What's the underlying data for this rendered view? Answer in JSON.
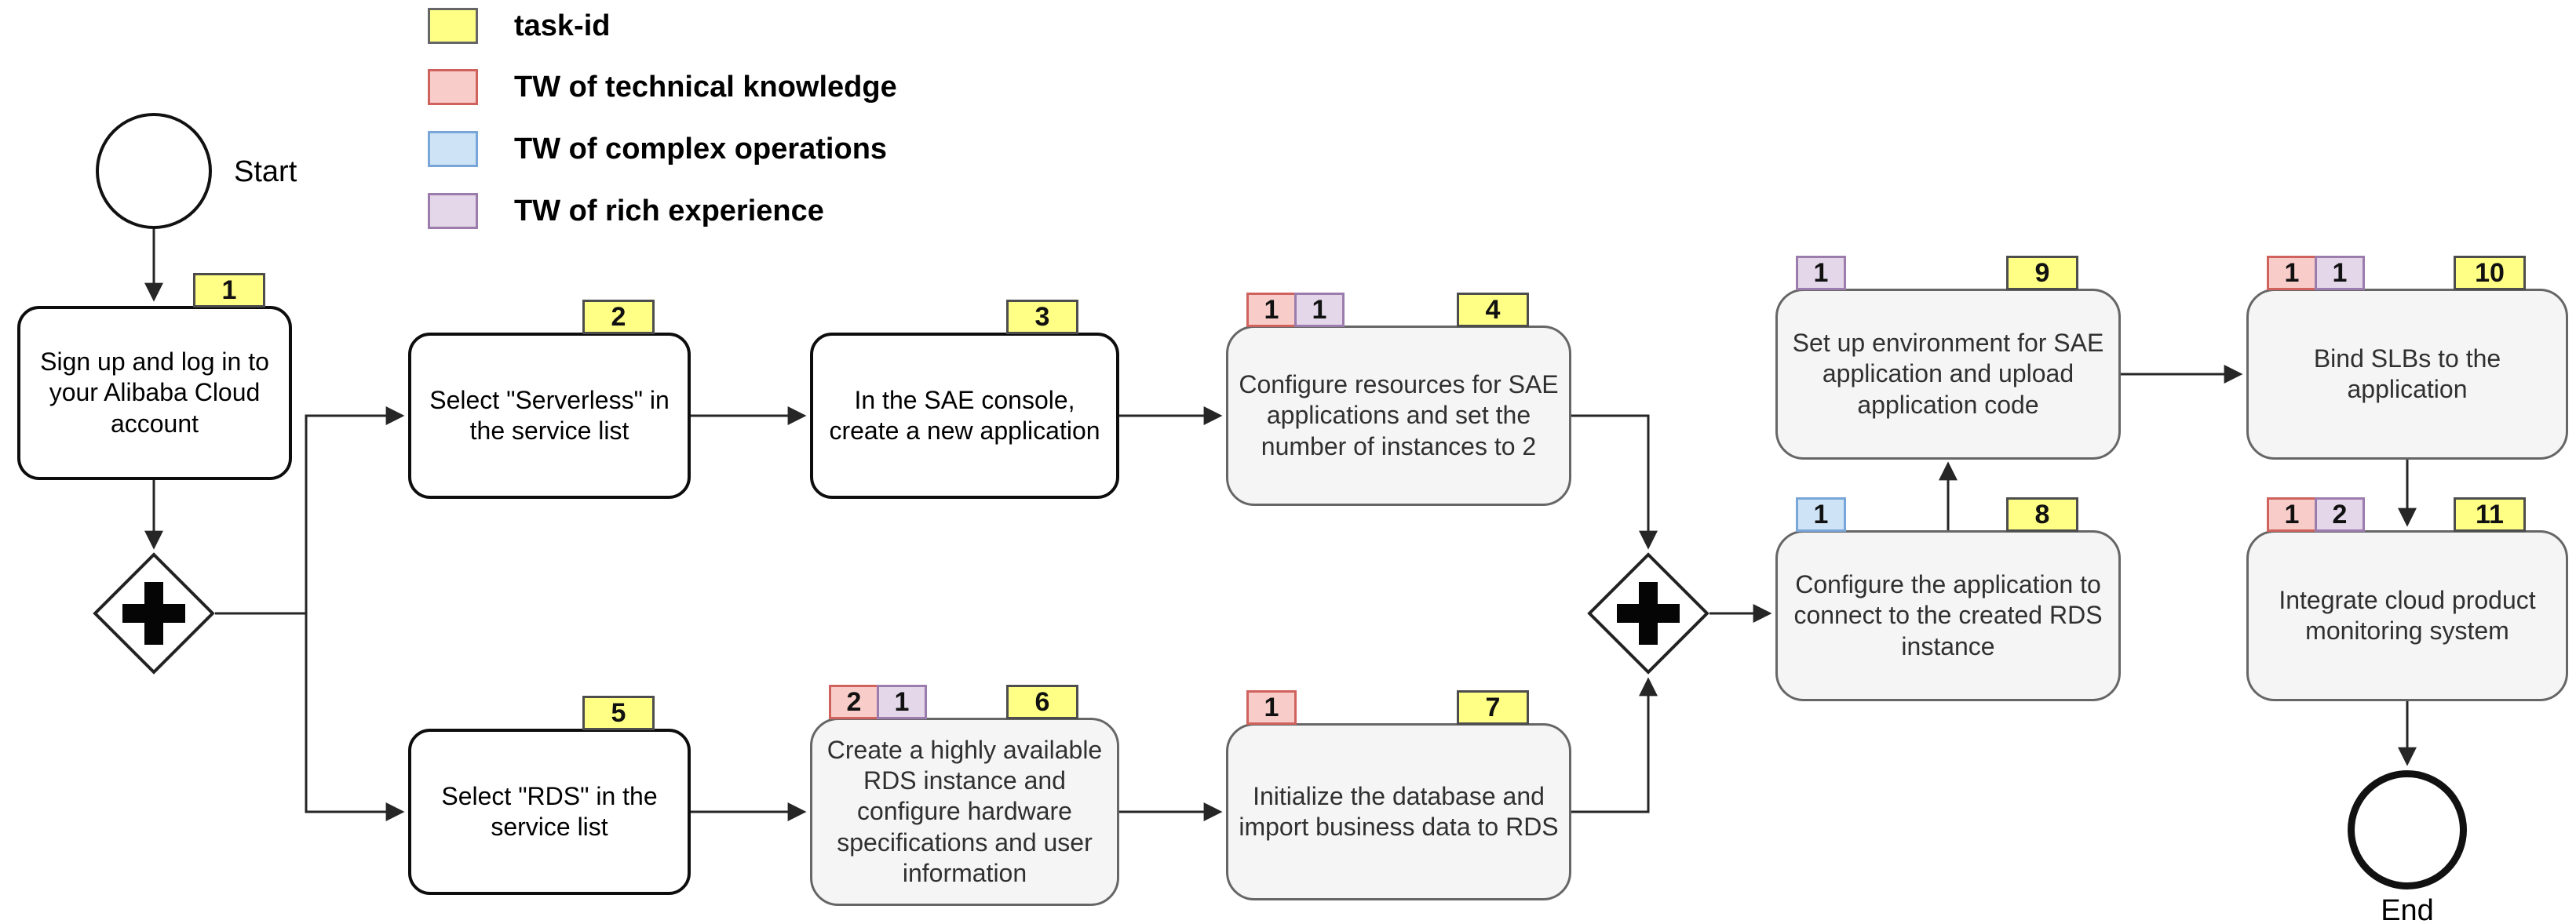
{
  "legend": {
    "items": [
      {
        "name": "task-id",
        "label": "task-id",
        "fill": "#FFFF85",
        "stroke": "#666666"
      },
      {
        "name": "technical",
        "label": "TW of technical knowledge",
        "fill": "#F8CCC9",
        "stroke": "#CF625C"
      },
      {
        "name": "operations",
        "label": "TW of complex operations",
        "fill": "#CFE3F6",
        "stroke": "#78A6D8"
      },
      {
        "name": "experience",
        "label": "TW of rich experience",
        "fill": "#E3D7E9",
        "stroke": "#9C7BAD"
      }
    ]
  },
  "events": {
    "start_label": "Start",
    "end_label": "End"
  },
  "gateways": [
    {
      "type": "parallel",
      "icon": "plus"
    },
    {
      "type": "parallel",
      "icon": "plus"
    }
  ],
  "palette": {
    "task_plain_fill": "#FFFFFF",
    "task_plain_stroke": "#0D0D0D",
    "task_shaded_fill": "#F5F5F5",
    "task_shaded_stroke": "#666666",
    "connector": "#262626"
  },
  "tasks": [
    {
      "id": "1",
      "variant": "plain",
      "text": "Sign up and log in to your Alibaba Cloud account",
      "tags": [
        {
          "type": "task-id",
          "value": "1"
        }
      ]
    },
    {
      "id": "2",
      "variant": "plain",
      "text": "Select \"Serverless\" in the service list",
      "tags": [
        {
          "type": "task-id",
          "value": "2"
        }
      ]
    },
    {
      "id": "3",
      "variant": "plain",
      "text": "In the SAE console, create a new application",
      "tags": [
        {
          "type": "task-id",
          "value": "3"
        }
      ]
    },
    {
      "id": "4",
      "variant": "shaded",
      "text": "Configure resources for SAE applications and set the number of instances to 2",
      "tags": [
        {
          "type": "technical",
          "value": "1"
        },
        {
          "type": "experience",
          "value": "1"
        },
        {
          "type": "task-id",
          "value": "4"
        }
      ]
    },
    {
      "id": "5",
      "variant": "plain",
      "text": "Select \"RDS\" in the service list",
      "tags": [
        {
          "type": "task-id",
          "value": "5"
        }
      ]
    },
    {
      "id": "6",
      "variant": "shaded",
      "text": "Create a highly available RDS instance and configure hardware specifications and user information",
      "tags": [
        {
          "type": "technical",
          "value": "2"
        },
        {
          "type": "experience",
          "value": "1"
        },
        {
          "type": "task-id",
          "value": "6"
        }
      ]
    },
    {
      "id": "7",
      "variant": "shaded",
      "text": "Initialize the database and import business data to RDS",
      "tags": [
        {
          "type": "technical",
          "value": "1"
        },
        {
          "type": "task-id",
          "value": "7"
        }
      ]
    },
    {
      "id": "8",
      "variant": "shaded",
      "text": "Configure the application to connect to the created RDS instance",
      "tags": [
        {
          "type": "operations",
          "value": "1"
        },
        {
          "type": "task-id",
          "value": "8"
        }
      ]
    },
    {
      "id": "9",
      "variant": "shaded",
      "text": "Set up environment for SAE application and upload application code",
      "tags": [
        {
          "type": "experience",
          "value": "1"
        },
        {
          "type": "task-id",
          "value": "9"
        }
      ]
    },
    {
      "id": "10",
      "variant": "shaded",
      "text": "Bind SLBs to the application",
      "tags": [
        {
          "type": "technical",
          "value": "1"
        },
        {
          "type": "experience",
          "value": "1"
        },
        {
          "type": "task-id",
          "value": "10"
        }
      ]
    },
    {
      "id": "11",
      "variant": "shaded",
      "text": "Integrate cloud product monitoring system",
      "tags": [
        {
          "type": "technical",
          "value": "1"
        },
        {
          "type": "experience",
          "value": "2"
        },
        {
          "type": "task-id",
          "value": "11"
        }
      ]
    }
  ]
}
